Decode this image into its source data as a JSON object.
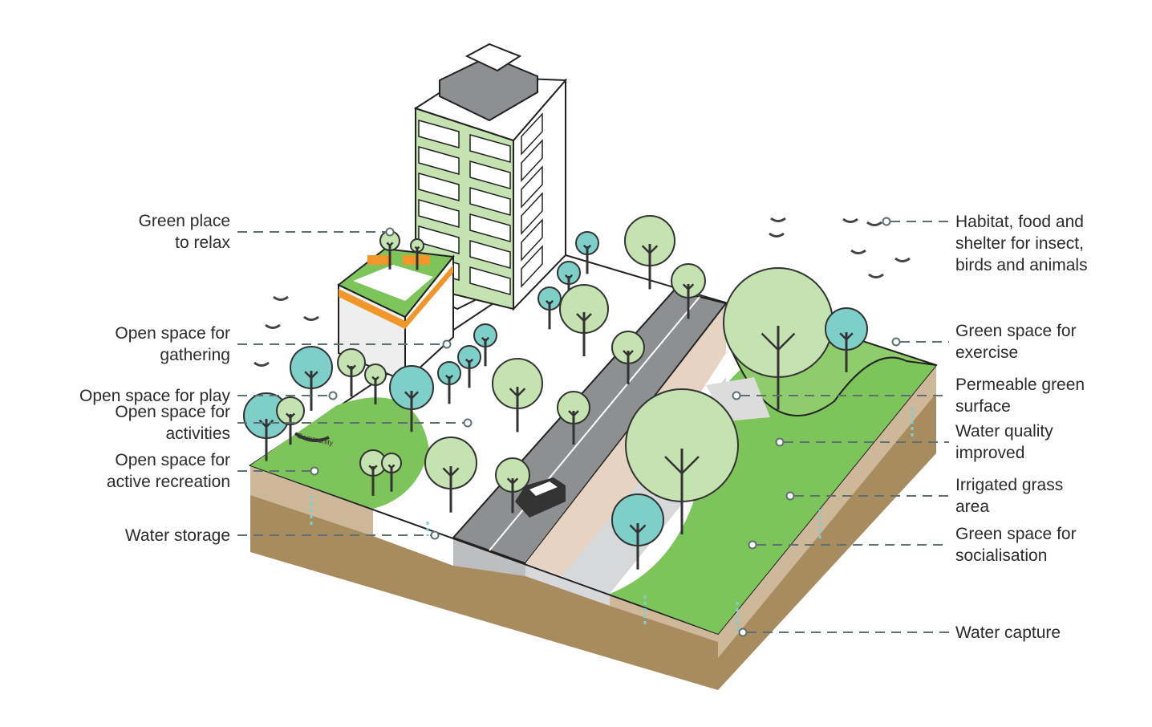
{
  "labels_left": [
    {
      "text": "Green place\nto relax"
    },
    {
      "text": "Open space for\ngathering"
    },
    {
      "text": "Open space for play"
    },
    {
      "text": "Open space for\nactivities"
    },
    {
      "text": "Open space for\nactive recreation"
    },
    {
      "text": "Water storage"
    }
  ],
  "labels_right": [
    {
      "text": "Habitat, food and\nshelter for insect,\nbirds and animals"
    },
    {
      "text": "Green space for\nexercise"
    },
    {
      "text": "Permeable green\nsurface"
    },
    {
      "text": "Water quality\nimproved"
    },
    {
      "text": "Irrigated grass\narea"
    },
    {
      "text": "Green space for\nsocialisation"
    },
    {
      "text": "Water capture"
    }
  ],
  "banner_text": "Community",
  "colors": {
    "grass": "#7dc45a",
    "light_green": "#c5e3b0",
    "teal_tree": "#7fcfc9",
    "soil_top": "#cdb99a",
    "soil": "#a88c5f",
    "road": "#8e8f91",
    "footpath": "#e6d3c1",
    "accent_orange": "#f0962b",
    "leader_line": "#5f7070",
    "water": "#7fcfd2"
  }
}
